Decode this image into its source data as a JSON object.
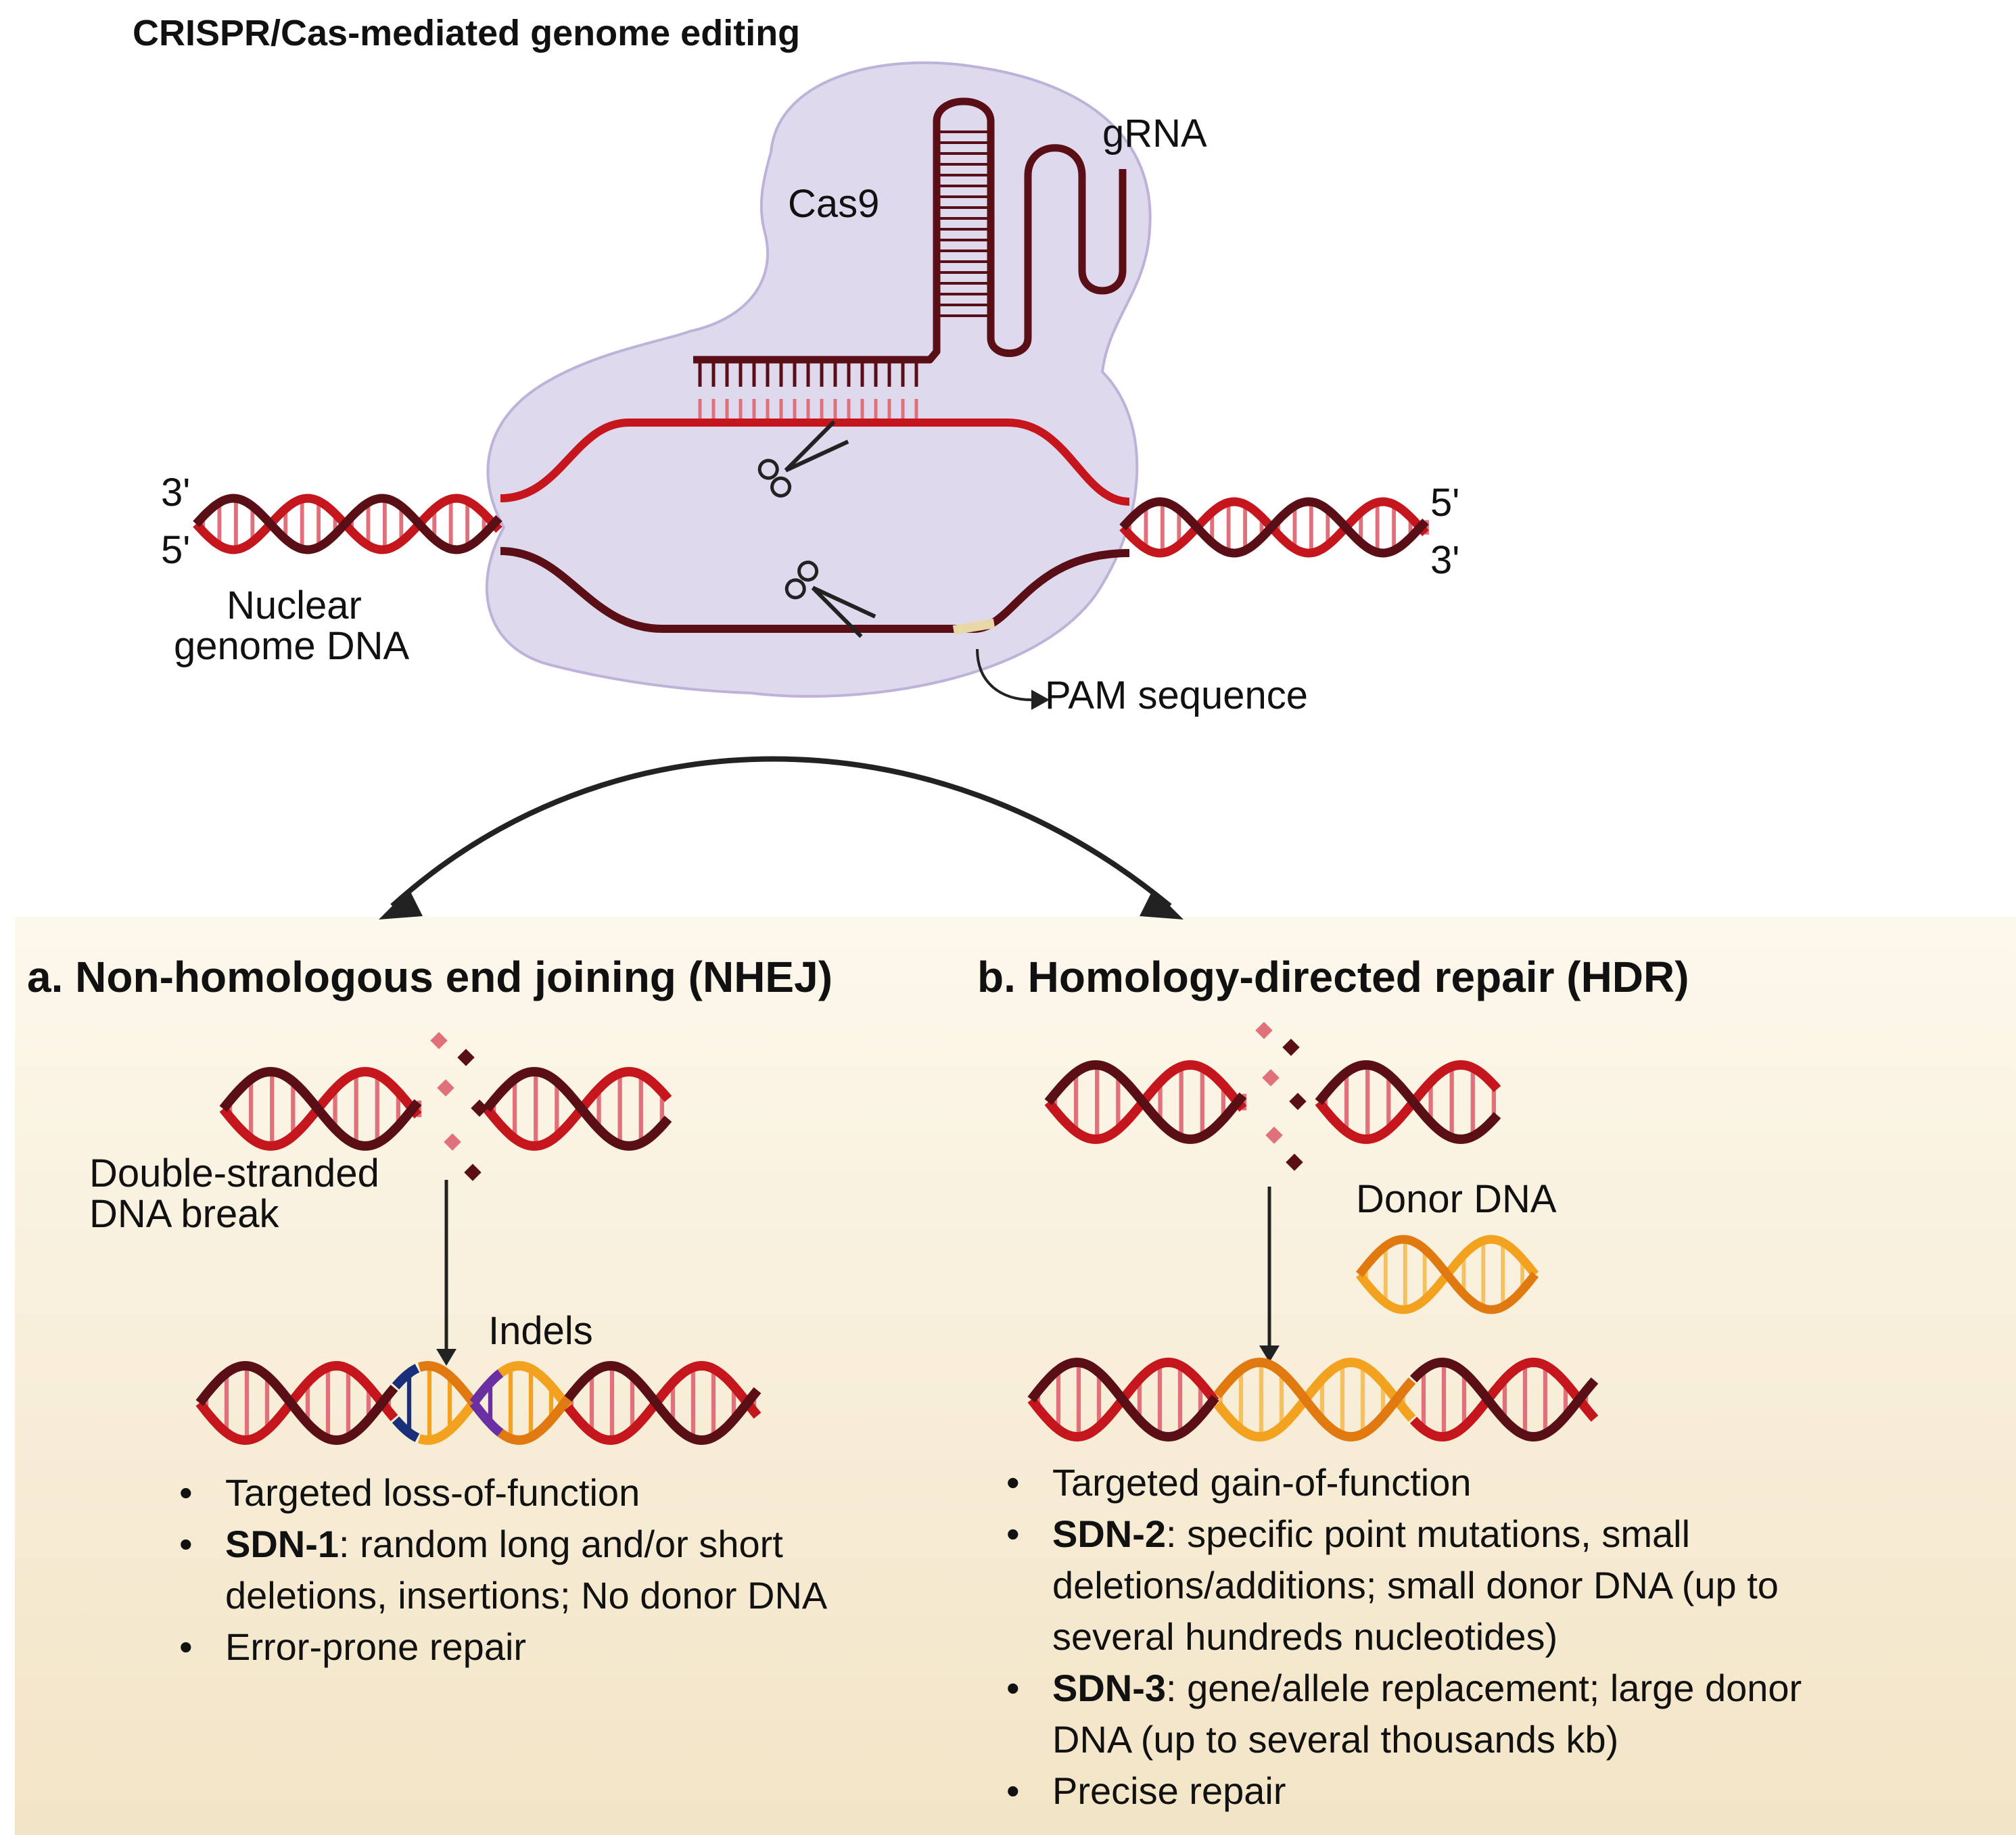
{
  "title": "CRISPR/Cas-mediated genome editing",
  "labels": {
    "cas9": "Cas9",
    "grna": "gRNA",
    "left_top_end": "3'",
    "left_bottom_end": "5'",
    "right_top_end": "5'",
    "right_bottom_end": "3'",
    "nuclear_line1": "Nuclear",
    "nuclear_line2": "genome DNA",
    "pam": "PAM sequence"
  },
  "nhej": {
    "heading": "a. Non-homologous end joining (NHEJ)",
    "dsb_line1": "Double-stranded",
    "dsb_line2": "DNA break",
    "indels": "Indels",
    "bullets": [
      {
        "bold": "",
        "text": "Targeted loss-of-function"
      },
      {
        "bold": "SDN-1",
        "text": ": random long and/or short deletions, insertions; No donor DNA"
      },
      {
        "bold": "",
        "text": " Error-prone repair"
      }
    ]
  },
  "hdr": {
    "heading": "b. Homology-directed repair (HDR)",
    "donor": "Donor DNA",
    "bullets": [
      {
        "bold": "",
        "text": "Targeted gain-of-function"
      },
      {
        "bold": "SDN-2",
        "text": ": specific point mutations, small deletions/additions; small donor DNA (up to several hundreds nucleotides)"
      },
      {
        "bold": "SDN-3",
        "text": ": gene/allele replacement; large donor DNA (up to several thousands kb)"
      },
      {
        "bold": "",
        "text": "Precise repair"
      }
    ]
  },
  "colors": {
    "strand_dark": "#5a0f16",
    "strand_red": "#c4161c",
    "rung_pink": "#e0707a",
    "cas_fill": "#ddd6ec",
    "cas_stroke": "#b9acd6",
    "donor_orange": "#f2a21f",
    "donor_dark_orange": "#e07a10",
    "indel_blue": "#1a2f7a",
    "indel_purple": "#6a2fa0",
    "pam": "#e8d8a8",
    "panel_top": "#fdf8ec",
    "panel_bottom": "#f2e4c6"
  }
}
